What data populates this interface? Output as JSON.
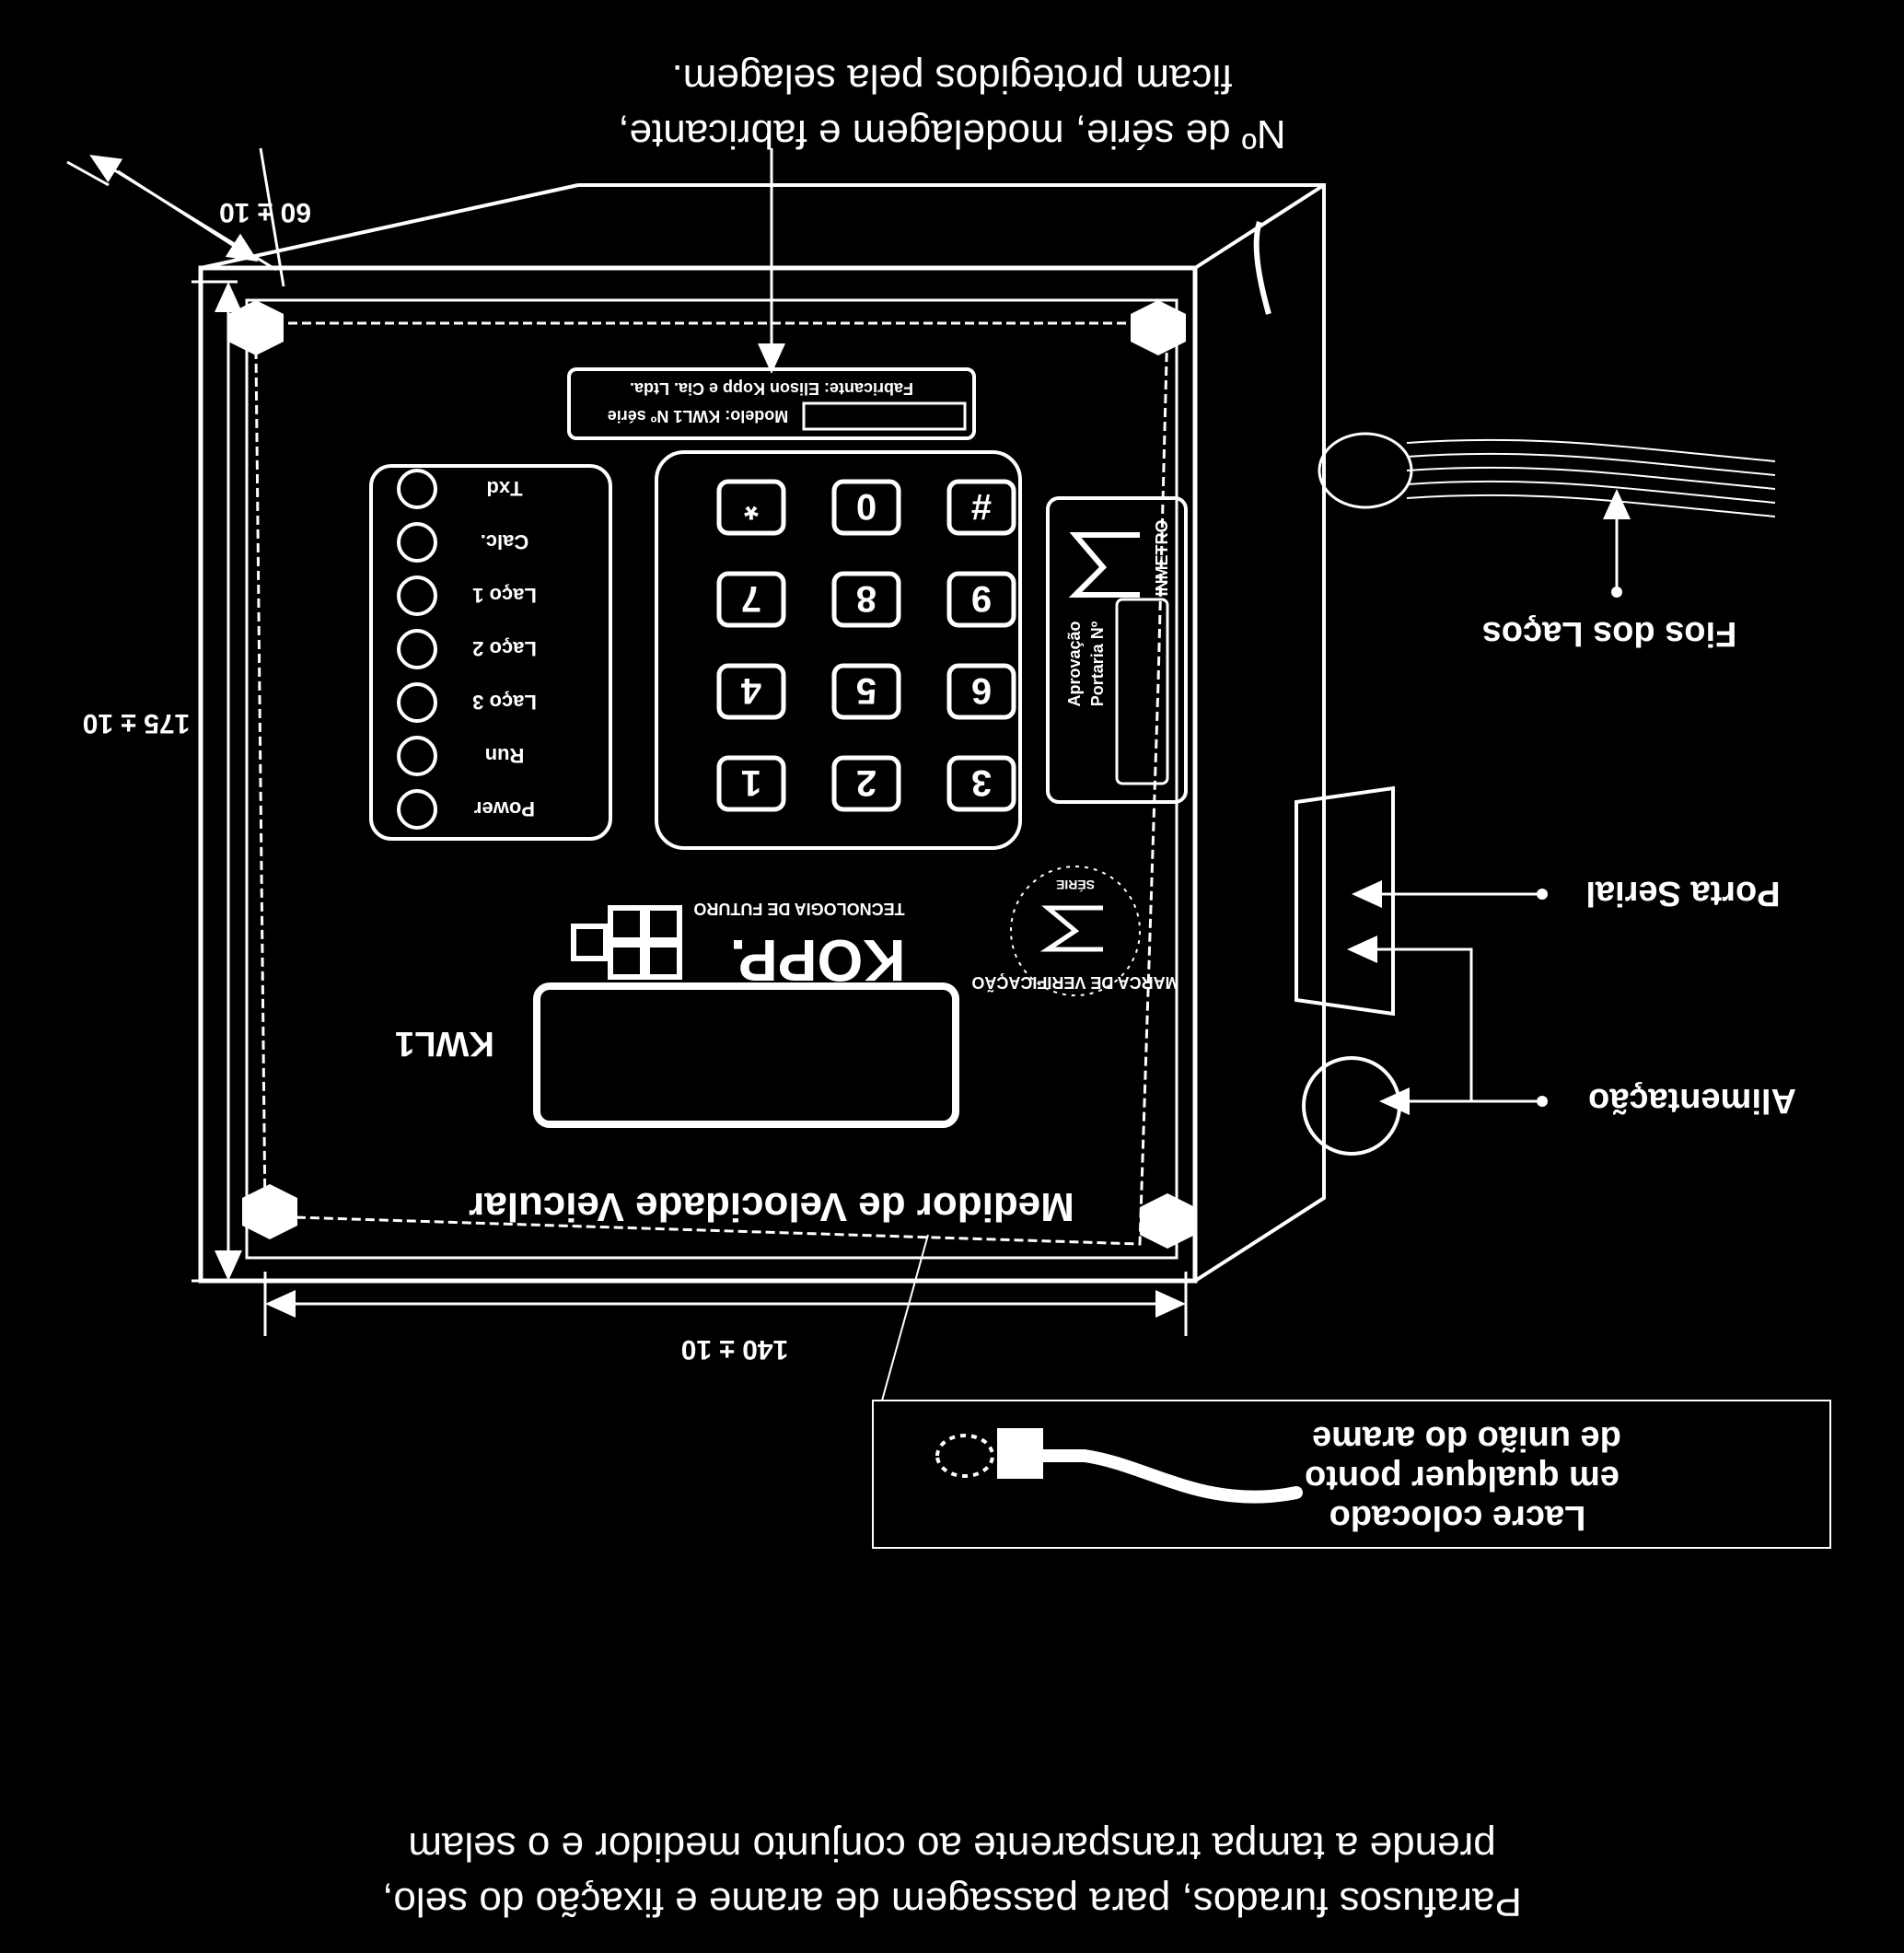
{
  "top_annotation": {
    "line1": "Nº de série, modelagem e fabricante,",
    "line2": "ficam protegidos pela selagem."
  },
  "bottom_annotation": {
    "line1": "Parafusos furados, para passagem de arame e fixação do selo,",
    "line2": "prende a tampa transparente ao conjunto medidor e o selam"
  },
  "dimensions": {
    "depth": "60 ± 10",
    "height": "175 ± 10",
    "width": "140 ± 10"
  },
  "callouts": {
    "loop_wires": "Fios dos Laços",
    "serial_port": "Porta Serial",
    "power_supply": "Alimentação"
  },
  "seal_box": {
    "line1": "Lacre colocado",
    "line2": "em qualquer ponto",
    "line3": "de união do arame"
  },
  "device": {
    "plate_line1": "Modelo: KWL1  Nº série",
    "plate_line2": "Fabricante: Elison Kopp e Cia. Ltda.",
    "leds": [
      "Txd",
      "Calc.",
      "Laço 1",
      "Laço 2",
      "Laço 3",
      "Run",
      "Power"
    ],
    "keypad": [
      "*",
      "0",
      "#",
      "7",
      "8",
      "9",
      "4",
      "5",
      "6",
      "1",
      "2",
      "3"
    ],
    "approval_label1": "Aprovação",
    "approval_label2": "Portaria Nº",
    "inmetro": "INMETRO",
    "brand": "KOPP.",
    "brand_tagline": "TECNOLOGIA DE FUTURO",
    "model": "KWL1",
    "footer": "Medidor de Velocidade Veicular",
    "verification_seal": "MARCA DE VERIFICAÇÃO",
    "seal_series": "SÉRIE"
  },
  "colors": {
    "background": "#000000",
    "ink": "#ffffff"
  }
}
